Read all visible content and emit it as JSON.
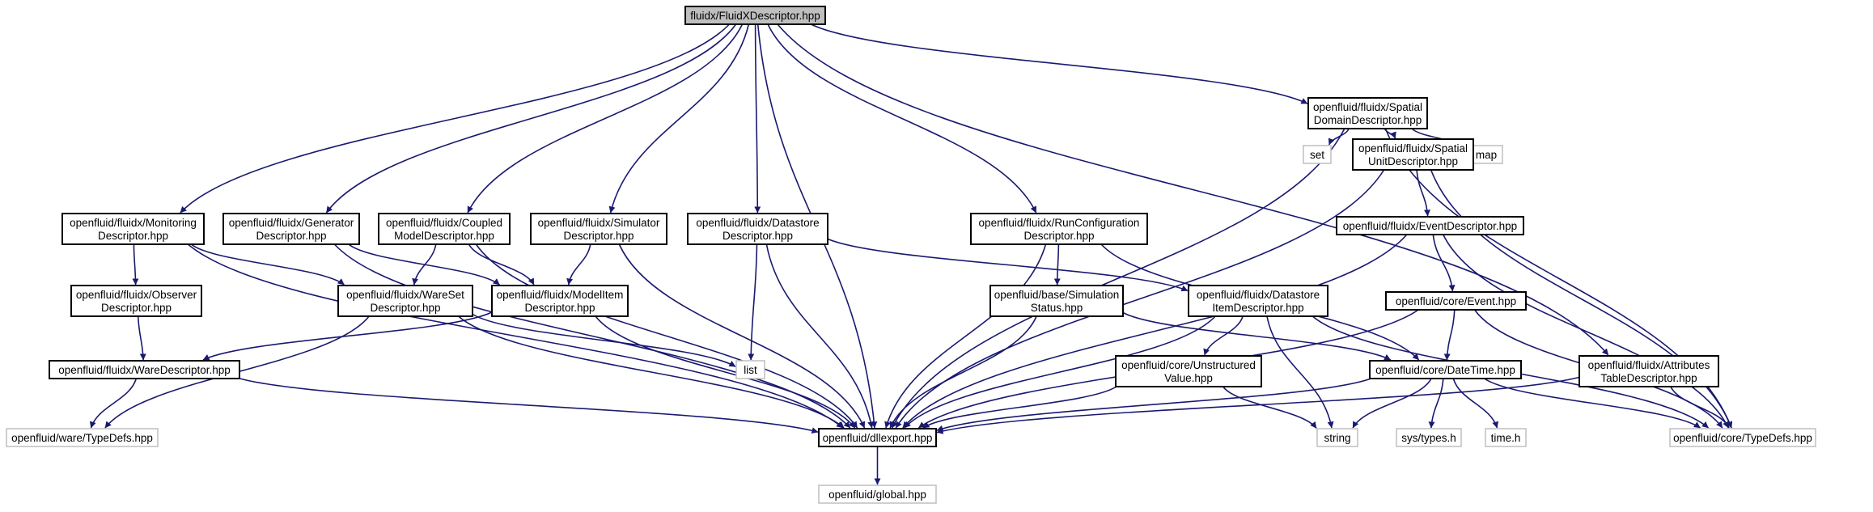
{
  "colors": {
    "edge": "#191970",
    "root_fill": "#bfbfbf",
    "external_border": "#bfbfbf",
    "node_border": "#000000",
    "background": "#ffffff"
  },
  "nodes": [
    {
      "id": "fluidx_descriptor",
      "kind": "root",
      "lines": [
        "fluidx/FluidXDescriptor.hpp"
      ]
    },
    {
      "id": "spatial_domain",
      "kind": "header",
      "lines": [
        "openfluid/fluidx/Spatial",
        "DomainDescriptor.hpp"
      ]
    },
    {
      "id": "set",
      "kind": "external",
      "lines": [
        "set"
      ]
    },
    {
      "id": "map",
      "kind": "external",
      "lines": [
        "map"
      ]
    },
    {
      "id": "spatial_unit",
      "kind": "header",
      "lines": [
        "openfluid/fluidx/Spatial",
        "UnitDescriptor.hpp"
      ]
    },
    {
      "id": "monitoring",
      "kind": "header",
      "lines": [
        "openfluid/fluidx/Monitoring",
        "Descriptor.hpp"
      ]
    },
    {
      "id": "generator",
      "kind": "header",
      "lines": [
        "openfluid/fluidx/Generator",
        "Descriptor.hpp"
      ]
    },
    {
      "id": "coupled_model",
      "kind": "header",
      "lines": [
        "openfluid/fluidx/Coupled",
        "ModelDescriptor.hpp"
      ]
    },
    {
      "id": "simulator",
      "kind": "header",
      "lines": [
        "openfluid/fluidx/Simulator",
        "Descriptor.hpp"
      ]
    },
    {
      "id": "datastore",
      "kind": "header",
      "lines": [
        "openfluid/fluidx/Datastore",
        "Descriptor.hpp"
      ]
    },
    {
      "id": "run_configuration",
      "kind": "header",
      "lines": [
        "openfluid/fluidx/RunConfiguration",
        "Descriptor.hpp"
      ]
    },
    {
      "id": "event_descriptor",
      "kind": "header",
      "lines": [
        "openfluid/fluidx/EventDescriptor.hpp"
      ]
    },
    {
      "id": "observer",
      "kind": "header",
      "lines": [
        "openfluid/fluidx/Observer",
        "Descriptor.hpp"
      ]
    },
    {
      "id": "wareset",
      "kind": "header",
      "lines": [
        "openfluid/fluidx/WareSet",
        "Descriptor.hpp"
      ]
    },
    {
      "id": "modelitem",
      "kind": "header",
      "lines": [
        "openfluid/fluidx/ModelItem",
        "Descriptor.hpp"
      ]
    },
    {
      "id": "simulation_status",
      "kind": "header",
      "lines": [
        "openfluid/base/Simulation",
        "Status.hpp"
      ]
    },
    {
      "id": "datastore_item",
      "kind": "header",
      "lines": [
        "openfluid/fluidx/Datastore",
        "ItemDescriptor.hpp"
      ]
    },
    {
      "id": "core_event",
      "kind": "header",
      "lines": [
        "openfluid/core/Event.hpp"
      ]
    },
    {
      "id": "list",
      "kind": "external",
      "lines": [
        "list"
      ]
    },
    {
      "id": "unstructured_value",
      "kind": "header",
      "lines": [
        "openfluid/core/Unstructured",
        "Value.hpp"
      ]
    },
    {
      "id": "datetime",
      "kind": "header",
      "lines": [
        "openfluid/core/DateTime.hpp"
      ]
    },
    {
      "id": "attributes_table",
      "kind": "header",
      "lines": [
        "openfluid/fluidx/Attributes",
        "TableDescriptor.hpp"
      ]
    },
    {
      "id": "ware_descriptor",
      "kind": "header",
      "lines": [
        "openfluid/fluidx/WareDescriptor.hpp"
      ]
    },
    {
      "id": "ware_typedefs",
      "kind": "external",
      "lines": [
        "openfluid/ware/TypeDefs.hpp"
      ]
    },
    {
      "id": "dllexport",
      "kind": "header",
      "lines": [
        "openfluid/dllexport.hpp"
      ]
    },
    {
      "id": "string",
      "kind": "external",
      "lines": [
        "string"
      ]
    },
    {
      "id": "sys_types",
      "kind": "external",
      "lines": [
        "sys/types.h"
      ]
    },
    {
      "id": "time_h",
      "kind": "external",
      "lines": [
        "time.h"
      ]
    },
    {
      "id": "core_typedefs",
      "kind": "external",
      "lines": [
        "openfluid/core/TypeDefs.hpp"
      ]
    },
    {
      "id": "global",
      "kind": "external",
      "lines": [
        "openfluid/global.hpp"
      ]
    }
  ],
  "edges": [
    [
      "fluidx_descriptor",
      "monitoring"
    ],
    [
      "fluidx_descriptor",
      "generator"
    ],
    [
      "fluidx_descriptor",
      "coupled_model"
    ],
    [
      "fluidx_descriptor",
      "simulator"
    ],
    [
      "fluidx_descriptor",
      "datastore"
    ],
    [
      "fluidx_descriptor",
      "run_configuration"
    ],
    [
      "fluidx_descriptor",
      "spatial_domain"
    ],
    [
      "fluidx_descriptor",
      "attributes_table"
    ],
    [
      "fluidx_descriptor",
      "dllexport"
    ],
    [
      "spatial_domain",
      "set"
    ],
    [
      "spatial_domain",
      "map"
    ],
    [
      "spatial_domain",
      "spatial_unit"
    ],
    [
      "spatial_domain",
      "dllexport"
    ],
    [
      "spatial_domain",
      "core_typedefs"
    ],
    [
      "spatial_unit",
      "event_descriptor"
    ],
    [
      "spatial_unit",
      "dllexport"
    ],
    [
      "spatial_unit",
      "core_typedefs"
    ],
    [
      "monitoring",
      "observer"
    ],
    [
      "monitoring",
      "wareset"
    ],
    [
      "monitoring",
      "dllexport"
    ],
    [
      "generator",
      "modelitem"
    ],
    [
      "generator",
      "dllexport"
    ],
    [
      "coupled_model",
      "wareset"
    ],
    [
      "coupled_model",
      "modelitem"
    ],
    [
      "coupled_model",
      "dllexport"
    ],
    [
      "simulator",
      "modelitem"
    ],
    [
      "simulator",
      "dllexport"
    ],
    [
      "datastore",
      "list"
    ],
    [
      "datastore",
      "datastore_item"
    ],
    [
      "datastore",
      "dllexport"
    ],
    [
      "run_configuration",
      "simulation_status"
    ],
    [
      "run_configuration",
      "datetime"
    ],
    [
      "run_configuration",
      "dllexport"
    ],
    [
      "event_descriptor",
      "core_event"
    ],
    [
      "event_descriptor",
      "dllexport"
    ],
    [
      "event_descriptor",
      "core_typedefs"
    ],
    [
      "observer",
      "ware_descriptor"
    ],
    [
      "wareset",
      "list"
    ],
    [
      "wareset",
      "ware_typedefs"
    ],
    [
      "wareset",
      "dllexport"
    ],
    [
      "modelitem",
      "ware_descriptor"
    ],
    [
      "modelitem",
      "dllexport"
    ],
    [
      "simulation_status",
      "datetime"
    ],
    [
      "simulation_status",
      "dllexport"
    ],
    [
      "datastore_item",
      "unstructured_value"
    ],
    [
      "datastore_item",
      "string"
    ],
    [
      "datastore_item",
      "dllexport"
    ],
    [
      "datastore_item",
      "core_typedefs"
    ],
    [
      "core_event",
      "datetime"
    ],
    [
      "core_event",
      "dllexport"
    ],
    [
      "core_event",
      "core_typedefs"
    ],
    [
      "unstructured_value",
      "string"
    ],
    [
      "unstructured_value",
      "dllexport"
    ],
    [
      "datetime",
      "string"
    ],
    [
      "datetime",
      "sys_types"
    ],
    [
      "datetime",
      "time_h"
    ],
    [
      "datetime",
      "dllexport"
    ],
    [
      "datetime",
      "core_typedefs"
    ],
    [
      "attributes_table",
      "dllexport"
    ],
    [
      "attributes_table",
      "core_typedefs"
    ],
    [
      "ware_descriptor",
      "ware_typedefs"
    ],
    [
      "ware_descriptor",
      "dllexport"
    ],
    [
      "dllexport",
      "global"
    ]
  ]
}
